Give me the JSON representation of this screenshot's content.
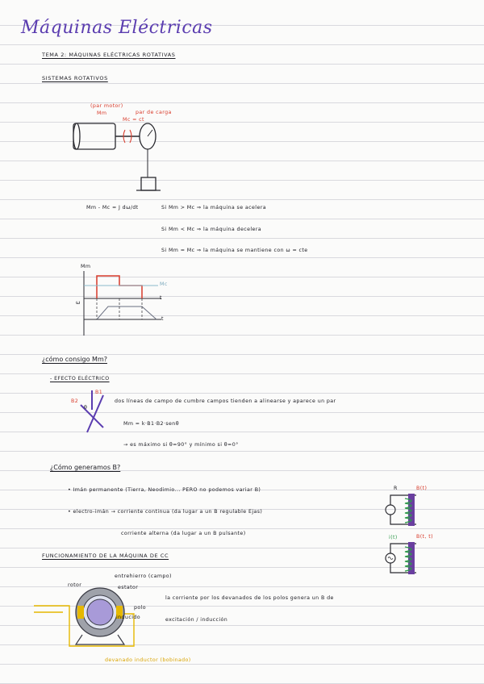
{
  "title": "Máquinas Eléctricas",
  "tema": "TEMA 2: MÁQUINAS ELÉCTRICAS ROTATIVAS",
  "subtitle": "SISTEMAS ROTATIVOS",
  "fig1": {
    "par_motor": "(par motor)",
    "mm": "Mm",
    "par_carga": "par de carga",
    "mc": "Mc = ct"
  },
  "eq1": {
    "lhs": "Mm - Mc = J dω/dt",
    "case1": "Si Mm > Mc ⇒ la máquina se acelera",
    "case2": "Si Mm < Mc ⇒ la máquina decelera",
    "case3": "Si Mm = Mc ⇒ la máquina se mantiene con ω = cte"
  },
  "graph": {
    "y_top": "Mm",
    "mc": "Mc",
    "t1": "t",
    "omega": "ω",
    "t2": "t"
  },
  "section2": {
    "question": "¿cómo consigo Mm?",
    "efecto": "- EFECTO ELÉCTRICO",
    "b2": "B2",
    "b1": "B1",
    "theta": "θ",
    "desc": "dos líneas de campo de cumbre campos tienden a alinearse y aparece un par",
    "formula": "Mm = k·B1·B2·senθ",
    "note": "→ es máximo si θ=90° y mínimo si θ=0°"
  },
  "section3": {
    "question": "¿Cómo generamos B?",
    "iman": "• Imán permanente (Tierra, Neodimio... PERO no podemos variar B)",
    "electro": "• electro-imán → corriente continua (da lugar a un B regulable Ejas)",
    "alterna": "corriente alterna (da lugar a un B pulsante)",
    "r1": "R",
    "bcc": "B(t)",
    "iac": "i(t)",
    "bac": "B(t, t)"
  },
  "section4": {
    "title": "FUNCIONAMIENTO DE LA MÁQUINA DE CC",
    "rotor": "rotor",
    "entrehierro": "entrehierro (campo)",
    "estator": "estator",
    "polo": "polo",
    "inducido": "inducido",
    "devanado": "devanado inductor (bobinado)",
    "desc1": "la corriente por los devanados de los polos genera un B de",
    "desc2": "excitación / inducción"
  }
}
